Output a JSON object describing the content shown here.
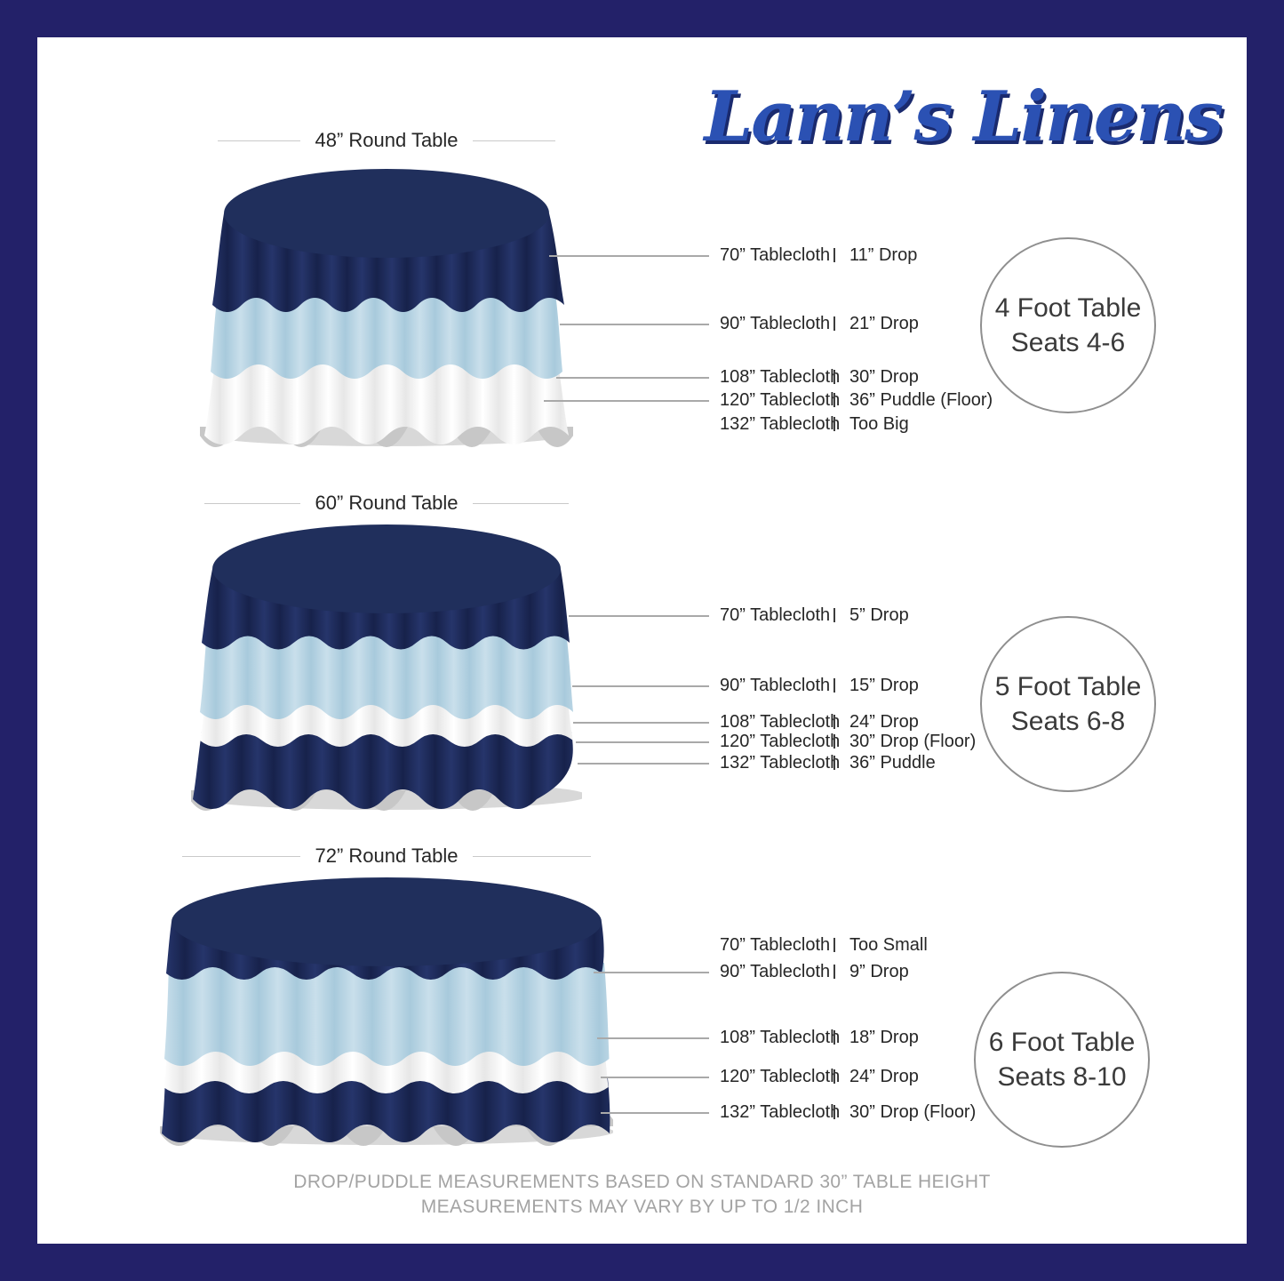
{
  "colors": {
    "border-navy": "#232169",
    "bg": "#ffffff",
    "navy-top": "#202f5c",
    "navy-hi": "#26356b",
    "navy-lo": "#17224b",
    "blue-hi": "#c9dfeb",
    "blue-lo": "#a8cadc",
    "white-hi": "#ffffff",
    "white-lo": "#e7e7e7",
    "shadow-dark": "#c7c7c7",
    "shadow-light": "#d8d8d8",
    "text": "#262626",
    "muted": "#a3a3a3",
    "rule": "#c9c9c9",
    "leader": "#a9a9a9",
    "circle-border": "#8f8f8f",
    "separator": "#3d3d3d",
    "logo-blue": "#2b51b3",
    "logo-shadow": "#1a2a6e"
  },
  "logo": {
    "text": "Lann’s Linens"
  },
  "sections": [
    {
      "title": "48” Round Table",
      "capacity": {
        "line1": "4 Foot Table",
        "line2": "Seats 4-6"
      },
      "rows": [
        {
          "cloth": "70” Tablecloth",
          "drop": "11” Drop"
        },
        {
          "cloth": "90” Tablecloth",
          "drop": "21” Drop"
        },
        {
          "cloth": "108” Tablecloth",
          "drop": "30” Drop"
        },
        {
          "cloth": "120” Tablecloth",
          "drop": "36” Puddle (Floor)"
        },
        {
          "cloth": "132” Tablecloth",
          "drop": "Too Big"
        }
      ]
    },
    {
      "title": "60” Round Table",
      "capacity": {
        "line1": "5 Foot Table",
        "line2": "Seats 6-8"
      },
      "rows": [
        {
          "cloth": "70” Tablecloth",
          "drop": "5” Drop"
        },
        {
          "cloth": "90” Tablecloth",
          "drop": "15” Drop"
        },
        {
          "cloth": "108” Tablecloth",
          "drop": "24” Drop"
        },
        {
          "cloth": "120” Tablecloth",
          "drop": "30” Drop (Floor)"
        },
        {
          "cloth": "132” Tablecloth",
          "drop": "36” Puddle"
        }
      ]
    },
    {
      "title": "72” Round Table",
      "capacity": {
        "line1": "6 Foot Table",
        "line2": "Seats 8-10"
      },
      "rows": [
        {
          "cloth": "70” Tablecloth",
          "drop": "Too Small"
        },
        {
          "cloth": "90” Tablecloth",
          "drop": "9” Drop"
        },
        {
          "cloth": "108” Tablecloth",
          "drop": "18” Drop"
        },
        {
          "cloth": "120” Tablecloth",
          "drop": "24” Drop"
        },
        {
          "cloth": "132” Tablecloth",
          "drop": "30” Drop (Floor)"
        }
      ]
    }
  ],
  "footer": {
    "line1": "DROP/PUDDLE MEASUREMENTS BASED ON STANDARD 30” TABLE HEIGHT",
    "line2": "MEASUREMENTS MAY VARY BY UP TO 1/2 INCH"
  }
}
